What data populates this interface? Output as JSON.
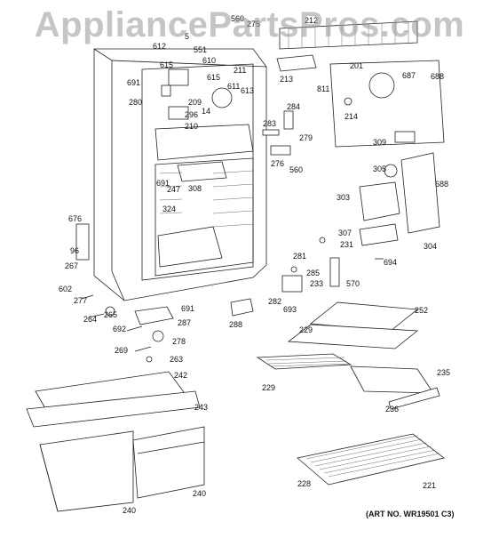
{
  "watermark": "AppliancePartsPros.com",
  "art_number": "(ART NO. WR19501 C3)",
  "colors": {
    "line": "#222222",
    "text": "#111111",
    "watermark": "#969696"
  },
  "part_labels": [
    "560",
    "275",
    "212",
    "5",
    "612",
    "551",
    "615",
    "610",
    "691",
    "211",
    "201",
    "213",
    "615",
    "611",
    "687",
    "688",
    "280",
    "209",
    "613",
    "14",
    "811",
    "296",
    "284",
    "214",
    "210",
    "283",
    "279",
    "309",
    "276",
    "560",
    "305",
    "691",
    "247",
    "308",
    "688",
    "324",
    "303",
    "676",
    "96",
    "231",
    "307",
    "304",
    "267",
    "281",
    "694",
    "285",
    "602",
    "233",
    "570",
    "277",
    "282",
    "691",
    "693",
    "252",
    "264",
    "265",
    "287",
    "288",
    "692",
    "229",
    "278",
    "269",
    "263",
    "242",
    "229",
    "235",
    "243",
    "236",
    "240",
    "228",
    "221",
    "240"
  ]
}
